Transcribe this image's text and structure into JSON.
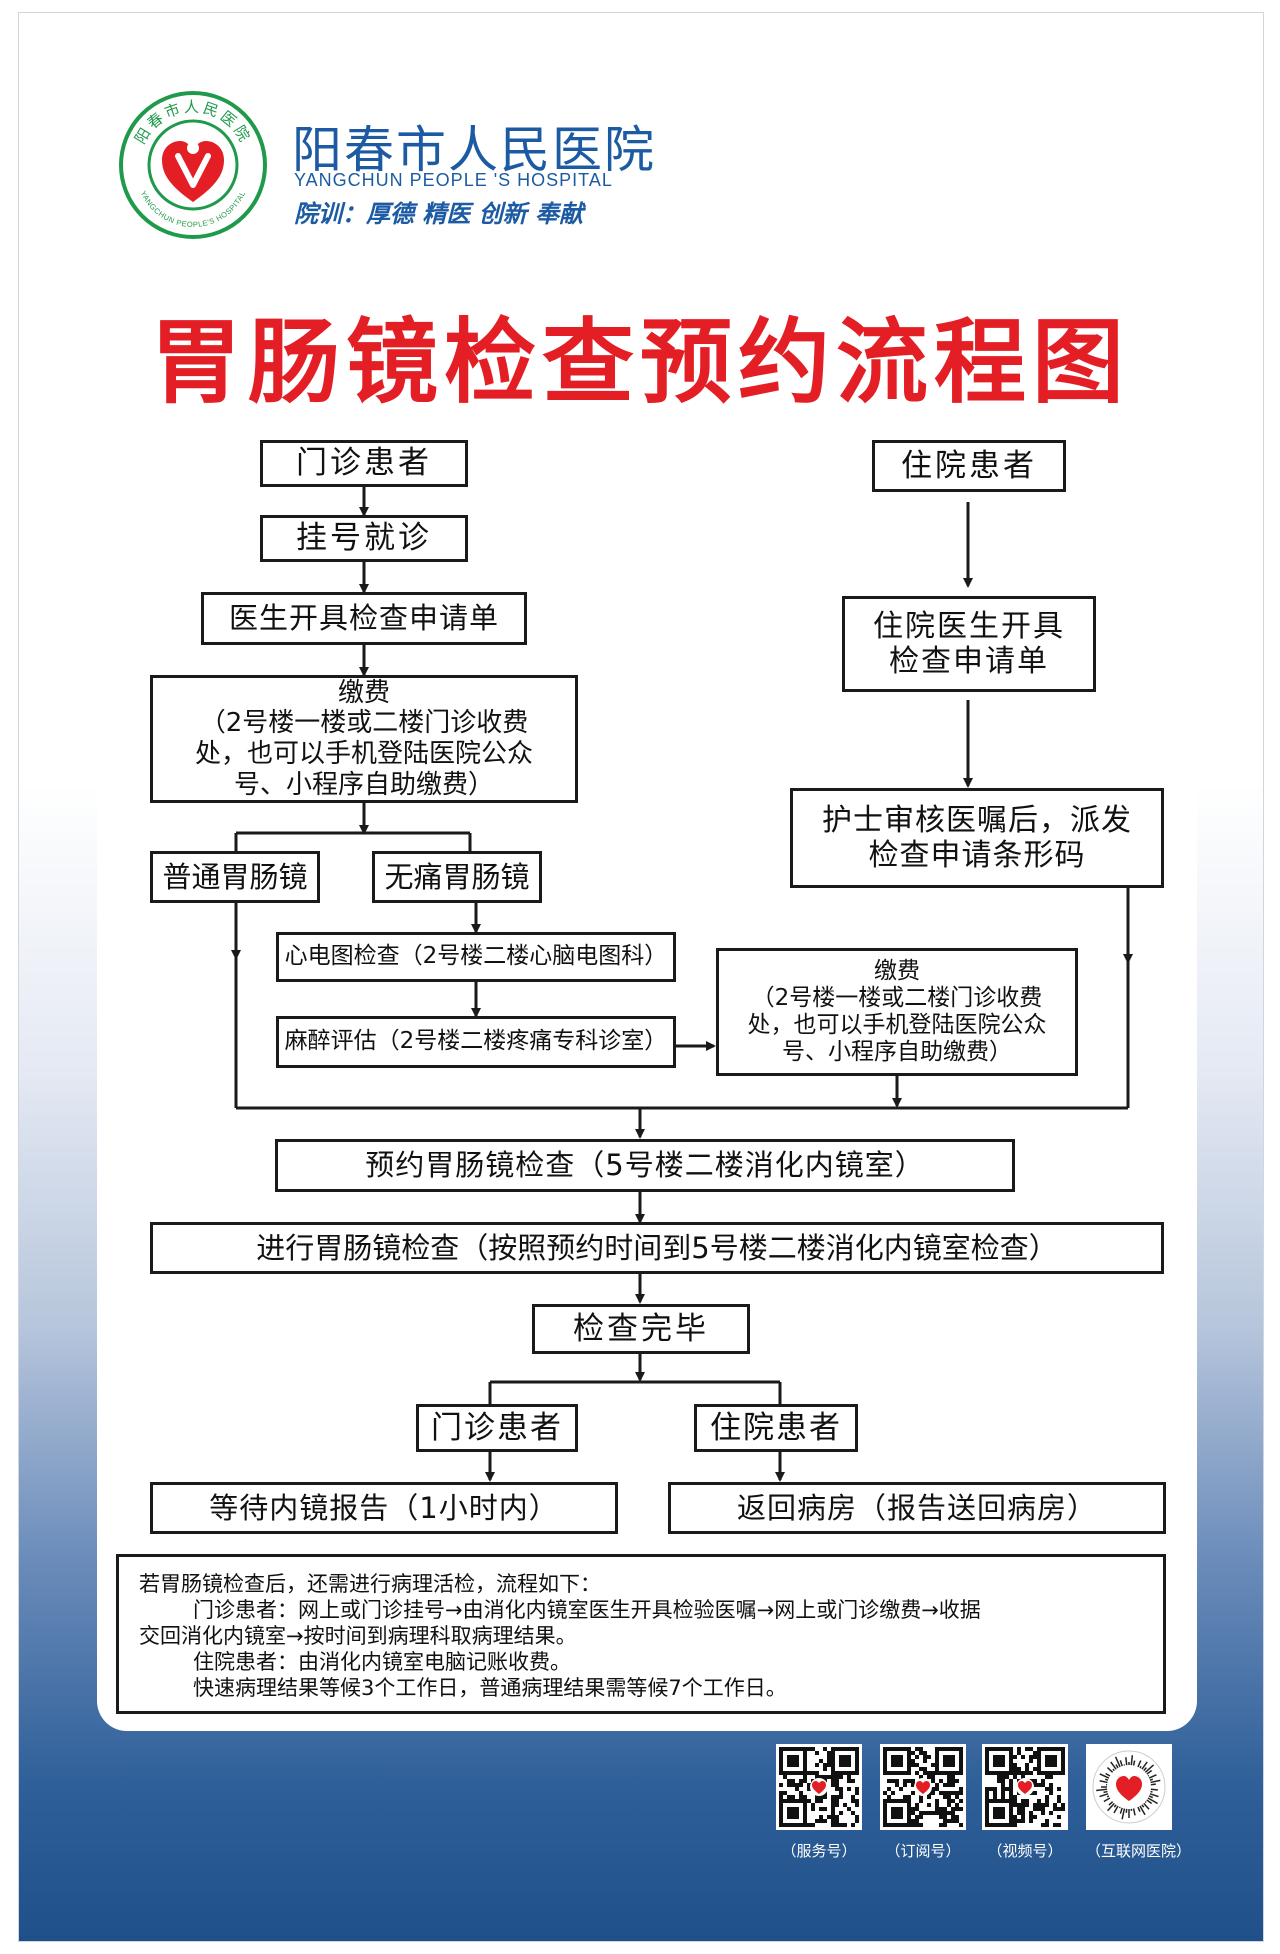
{
  "header": {
    "logo_ring_text": "阳春市人民医院",
    "logo_ring_text_en": "YANGCHUN PEOPLE'S HOSPITAL",
    "hospital_name": "阳春市人民医院",
    "hospital_name_en": "YANGCHUN PEOPLE 'S HOSPITAL",
    "motto": "院训：厚德 精医 创新 奉献"
  },
  "title": "胃肠镜检查预约流程图",
  "flow": {
    "outpatient": "门诊患者",
    "register": "挂号就诊",
    "doctor_order": "医生开具检查申请单",
    "payment_1": "缴费\n（2号楼一楼或二楼门诊收费\n处，也可以手机登陆医院公众\n号、小程序自助缴费）",
    "normal_scope": "普通胃肠镜",
    "painless_scope": "无痛胃肠镜",
    "ecg": "心电图检查（2号楼二楼心脑电图科）",
    "anesthesia": "麻醉评估（2号楼二楼疼痛专科诊室）",
    "payment_2": "缴费\n（2号楼一楼或二楼门诊收费\n处，也可以手机登陆医院公众\n号、小程序自助缴费）",
    "inpatient": "住院患者",
    "inpatient_doctor_order": "住院医生开具\n检查申请单",
    "nurse_review": "护士审核医嘱后，派发\n检查申请条形码",
    "booking": "预约胃肠镜检查（5号楼二楼消化内镜室）",
    "exam": "进行胃肠镜检查（按照预约时间到5号楼二楼消化内镜室检查）",
    "done": "检查完毕",
    "outpatient_2": "门诊患者",
    "inpatient_2": "住院患者",
    "wait_report": "等待内镜报告（1小时内）",
    "return_ward": "返回病房（报告送回病房）"
  },
  "note": {
    "lines": [
      "若胃肠镜检查后，还需进行病理活检，流程如下：",
      "门诊患者：网上或门诊挂号→由消化内镜室医生开具检验医嘱→网上或门诊缴费→收据",
      "交回消化内镜室→按时间到病理科取病理结果。",
      "住院患者：由消化内镜室电脑记账收费。",
      "快速病理结果等候3个工作日，普通病理结果需等候7个工作日。"
    ]
  },
  "qr_codes": [
    {
      "label": "（服务号）"
    },
    {
      "label": "（订阅号）"
    },
    {
      "label": "（视频号）"
    },
    {
      "label": "（互联网医院）"
    }
  ],
  "colors": {
    "title": "#e31e24",
    "brand_blue": "#1c5ba3",
    "logo_green": "#1f9a4a",
    "logo_red": "#e31e24"
  }
}
